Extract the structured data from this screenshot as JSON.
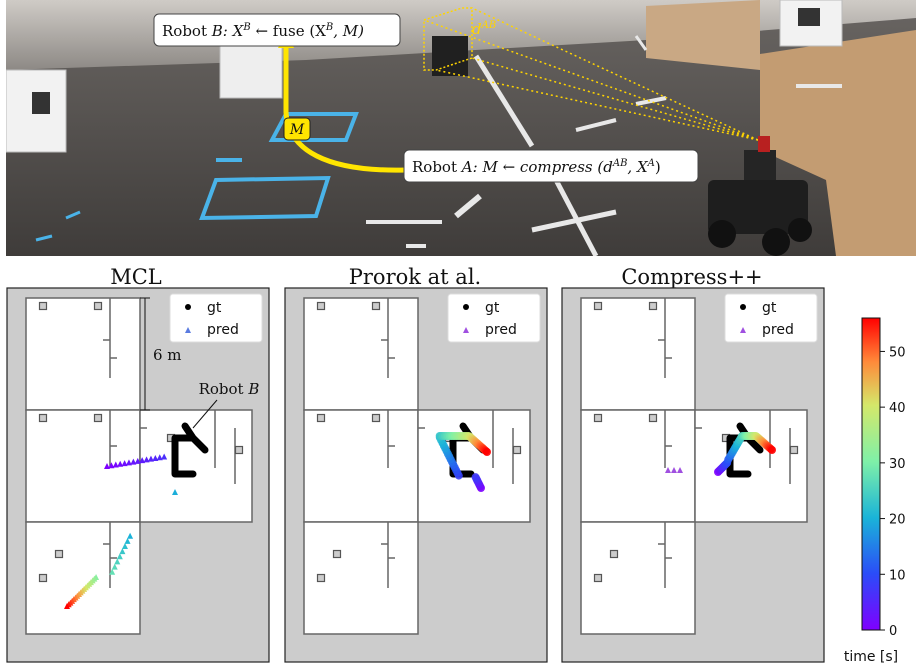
{
  "photo": {
    "label_b_prefix": "Robot",
    "label_b_var": "B:",
    "label_b_math": "X",
    "label_b_sup": "B",
    "label_b_rest": " ← fuse (X",
    "label_b_sup2": "B",
    "label_b_end": ", M)",
    "label_a_prefix": "Robot",
    "label_a_var": "A:",
    "label_a_math": "M ← compress (d",
    "label_a_sup": "AB",
    "label_a_mid": ", X",
    "label_a_sup2": "A",
    "label_a_end": ")",
    "msg_badge": "M",
    "dist_label": "d",
    "dist_sup": "AB",
    "colors": {
      "floor": "#4d4a48",
      "wall": "#d6b08b",
      "tape_blue": "#4ab3e8",
      "arrow_yellow": "#ffe500",
      "fov_yellow": "#ffd400"
    }
  },
  "panels": [
    {
      "title": "MCL",
      "legend": [
        "gt",
        "pred"
      ],
      "scale_label": "6 m",
      "callout": "Robot B",
      "pred_color": "#5a7be0"
    },
    {
      "title": "Prorok at al.",
      "legend": [
        "gt",
        "pred"
      ],
      "pred_color": "#a050e0"
    },
    {
      "title": "Compress++",
      "legend": [
        "gt",
        "pred"
      ],
      "pred_color": "#a050e0"
    }
  ],
  "colorbar": {
    "label": "time [s]",
    "ticks": [
      "0",
      "10",
      "20",
      "30",
      "40",
      "50"
    ],
    "range": [
      0,
      56
    ],
    "colormap": "rainbow",
    "colors": {
      "low": "#7f00ff",
      "high": "#ff0000"
    }
  },
  "map_colors": {
    "background": "#cccccc",
    "room": "#ffffff",
    "wall": "#666666",
    "gt": "#000000"
  }
}
